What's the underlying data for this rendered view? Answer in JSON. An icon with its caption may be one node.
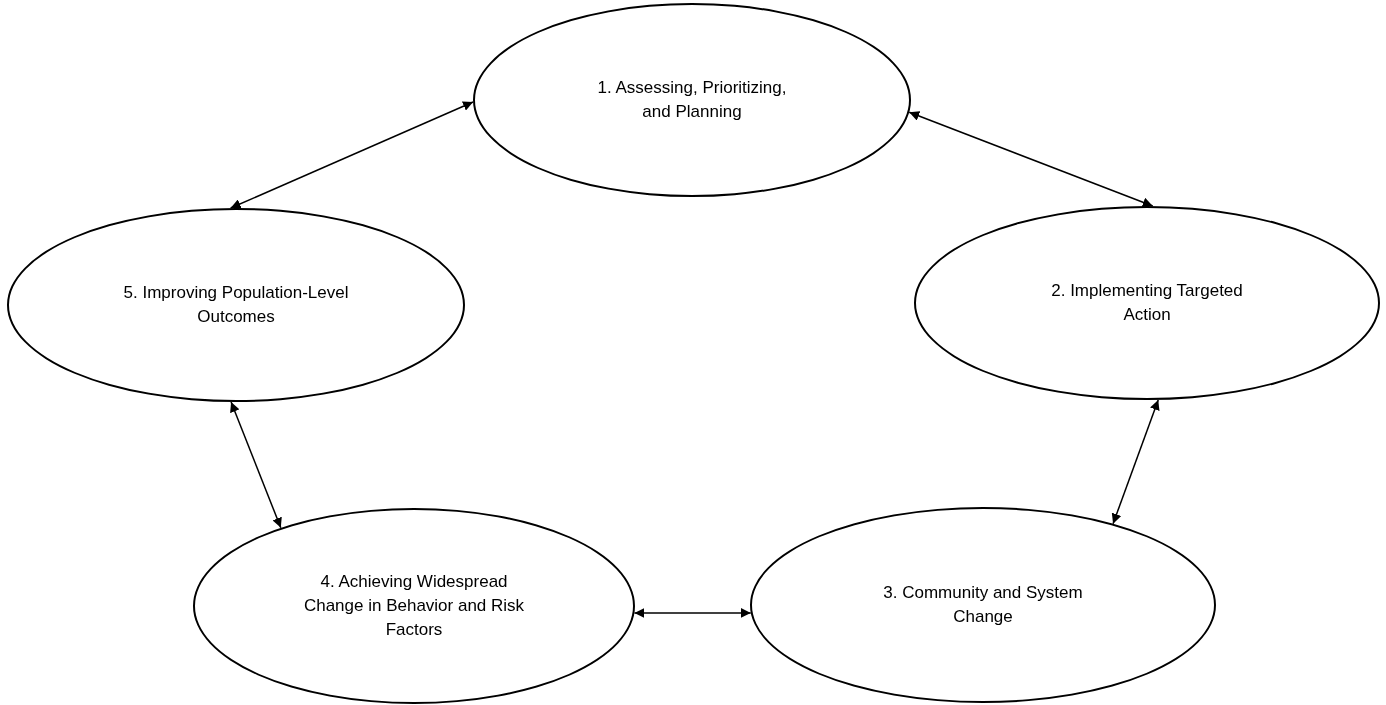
{
  "diagram": {
    "nodes": [
      {
        "text": [
          "1. Assessing, Prioritizing, and Planning"
        ]
      },
      {
        "text": [
          "2. Implementing Targeted Action"
        ]
      },
      {
        "text": [
          "3. Community and System Change"
        ]
      },
      {
        "text": [
          "4. Achieving Widespread Change in Behavior and Risk Factors"
        ]
      },
      {
        "text": [
          "5. Improving Population-Level Outcomes"
        ]
      }
    ],
    "edges": [
      {
        "from": 0,
        "to": 1,
        "arrow": "both"
      },
      {
        "from": 1,
        "to": 2,
        "arrow": "both"
      },
      {
        "from": 2,
        "to": 3,
        "arrow": "both"
      },
      {
        "from": 3,
        "to": 4,
        "arrow": "both"
      },
      {
        "from": 4,
        "to": 0,
        "arrow": "both"
      }
    ]
  }
}
